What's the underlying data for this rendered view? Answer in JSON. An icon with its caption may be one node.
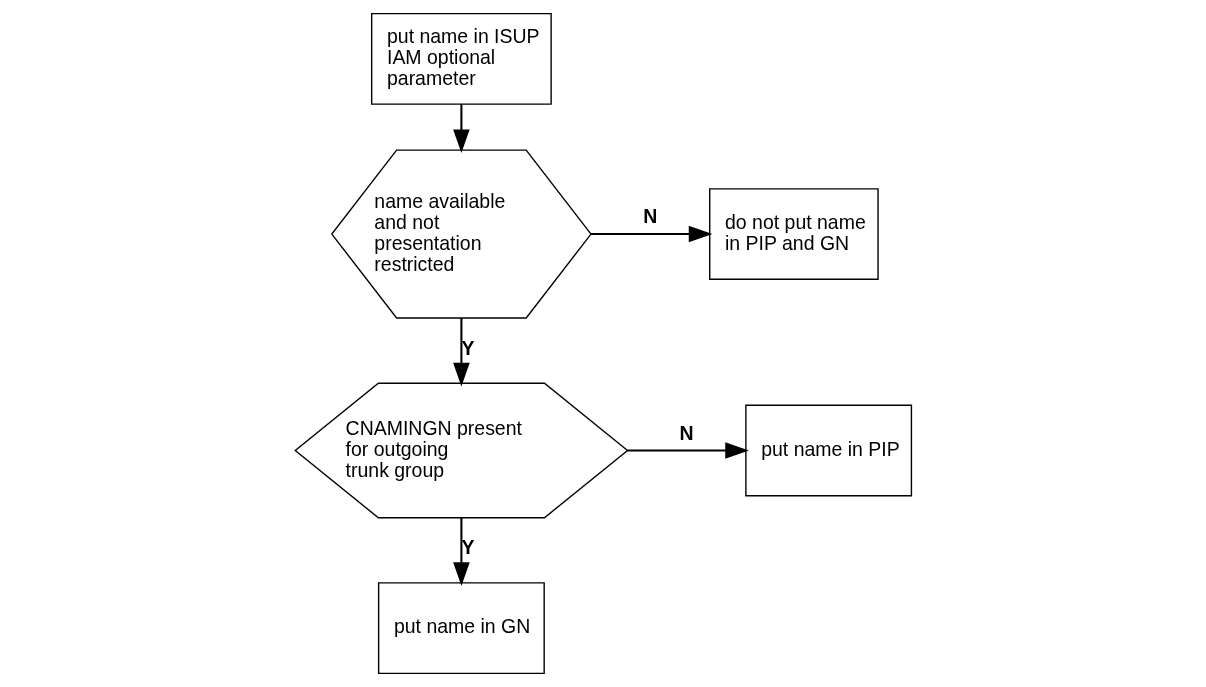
{
  "diagram": {
    "nodes": [
      {
        "text": [
          "put name in ISUP IAM optional parameter"
        ]
      },
      {
        "text": [
          "name available and not presentation restricted"
        ]
      },
      {
        "text": [
          "do not put name in PIP and GN"
        ]
      },
      {
        "text": [
          "CNAMINGN present for outgoing trunk group"
        ]
      },
      {
        "text": [
          "put name in PIP"
        ]
      },
      {
        "text": [
          "put name in GN"
        ]
      }
    ],
    "edges": [
      {
        "from": 0,
        "to": 1,
        "arrow": "to"
      },
      {
        "from": 1,
        "to": 2,
        "arrow": "to",
        "label": "N"
      },
      {
        "from": 1,
        "to": 3,
        "arrow": "to",
        "label": "Y"
      },
      {
        "from": 3,
        "to": 4,
        "arrow": "to",
        "label": "N"
      },
      {
        "from": 3,
        "to": 5,
        "arrow": "to",
        "label": "Y"
      }
    ]
  }
}
